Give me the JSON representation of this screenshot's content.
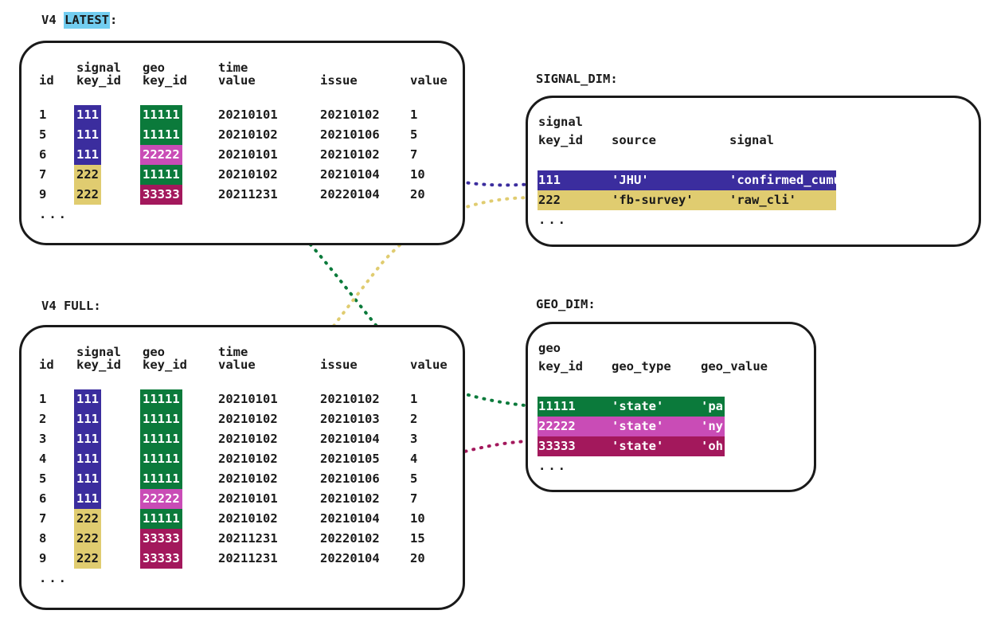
{
  "colors": {
    "blue": "#3b2d9e",
    "yellow": "#e0cc70",
    "green": "#0b7a3b",
    "orchid": "#c94cb6",
    "maroon": "#a3185c",
    "highlight_cyan": "#72cdf0",
    "ink": "#1a1a1a"
  },
  "latest": {
    "caption_prefix": "V4 ",
    "caption_highlight": "LATEST",
    "caption_suffix": ":",
    "headers_top": [
      "",
      "signal",
      "geo",
      "time",
      "",
      ""
    ],
    "headers_bottom": [
      "id",
      "key_id",
      "key_id",
      "value",
      "issue",
      "value"
    ],
    "rows": [
      {
        "id": "1",
        "signal_key_id": "111",
        "signal_color": "blue",
        "geo_key_id": "11111",
        "geo_color": "green",
        "time_value": "20210101",
        "issue": "20210102",
        "value": "1"
      },
      {
        "id": "5",
        "signal_key_id": "111",
        "signal_color": "blue",
        "geo_key_id": "11111",
        "geo_color": "green",
        "time_value": "20210102",
        "issue": "20210106",
        "value": "5"
      },
      {
        "id": "6",
        "signal_key_id": "111",
        "signal_color": "blue",
        "geo_key_id": "22222",
        "geo_color": "orchid",
        "time_value": "20210101",
        "issue": "20210102",
        "value": "7"
      },
      {
        "id": "7",
        "signal_key_id": "222",
        "signal_color": "yellow",
        "geo_key_id": "11111",
        "geo_color": "green",
        "time_value": "20210102",
        "issue": "20210104",
        "value": "10"
      },
      {
        "id": "9",
        "signal_key_id": "222",
        "signal_color": "yellow",
        "geo_key_id": "33333",
        "geo_color": "maroon",
        "time_value": "20211231",
        "issue": "20220104",
        "value": "20"
      }
    ],
    "more": "..."
  },
  "full": {
    "caption": "V4 FULL:",
    "headers_top": [
      "",
      "signal",
      "geo",
      "time",
      "",
      ""
    ],
    "headers_bottom": [
      "id",
      "key_id",
      "key_id",
      "value",
      "issue",
      "value"
    ],
    "rows": [
      {
        "id": "1",
        "signal_key_id": "111",
        "signal_color": "blue",
        "geo_key_id": "11111",
        "geo_color": "green",
        "time_value": "20210101",
        "issue": "20210102",
        "value": "1"
      },
      {
        "id": "2",
        "signal_key_id": "111",
        "signal_color": "blue",
        "geo_key_id": "11111",
        "geo_color": "green",
        "time_value": "20210102",
        "issue": "20210103",
        "value": "2"
      },
      {
        "id": "3",
        "signal_key_id": "111",
        "signal_color": "blue",
        "geo_key_id": "11111",
        "geo_color": "green",
        "time_value": "20210102",
        "issue": "20210104",
        "value": "3"
      },
      {
        "id": "4",
        "signal_key_id": "111",
        "signal_color": "blue",
        "geo_key_id": "11111",
        "geo_color": "green",
        "time_value": "20210102",
        "issue": "20210105",
        "value": "4"
      },
      {
        "id": "5",
        "signal_key_id": "111",
        "signal_color": "blue",
        "geo_key_id": "11111",
        "geo_color": "green",
        "time_value": "20210102",
        "issue": "20210106",
        "value": "5"
      },
      {
        "id": "6",
        "signal_key_id": "111",
        "signal_color": "blue",
        "geo_key_id": "22222",
        "geo_color": "orchid",
        "time_value": "20210101",
        "issue": "20210102",
        "value": "7"
      },
      {
        "id": "7",
        "signal_key_id": "222",
        "signal_color": "yellow",
        "geo_key_id": "11111",
        "geo_color": "green",
        "time_value": "20210102",
        "issue": "20210104",
        "value": "10"
      },
      {
        "id": "8",
        "signal_key_id": "222",
        "signal_color": "yellow",
        "geo_key_id": "33333",
        "geo_color": "maroon",
        "time_value": "20211231",
        "issue": "20220102",
        "value": "15"
      },
      {
        "id": "9",
        "signal_key_id": "222",
        "signal_color": "yellow",
        "geo_key_id": "33333",
        "geo_color": "maroon",
        "time_value": "20211231",
        "issue": "20220104",
        "value": "20"
      }
    ],
    "more": "..."
  },
  "signal_dim": {
    "caption": "SIGNAL_DIM:",
    "headers_top": [
      "signal",
      "",
      ""
    ],
    "headers_bottom": [
      "key_id",
      "source",
      "signal"
    ],
    "rows": [
      {
        "key_id": "111",
        "source": "'JHU'",
        "signal": "'confirmed_cumulative_num'",
        "color": "blue"
      },
      {
        "key_id": "222",
        "source": "'fb-survey'",
        "signal": "'raw_cli'",
        "color": "yellow"
      }
    ],
    "more": "..."
  },
  "geo_dim": {
    "caption": "GEO_DIM:",
    "headers_top": [
      "geo",
      "",
      ""
    ],
    "headers_bottom": [
      "key_id",
      "geo_type",
      "geo_value"
    ],
    "rows": [
      {
        "key_id": "11111",
        "geo_type": "'state'",
        "geo_value": "'pa'",
        "color": "green"
      },
      {
        "key_id": "22222",
        "geo_type": "'state'",
        "geo_value": "'ny'",
        "color": "orchid"
      },
      {
        "key_id": "33333",
        "geo_type": "'state'",
        "geo_value": "'oh'",
        "color": "maroon"
      }
    ],
    "more": "..."
  }
}
